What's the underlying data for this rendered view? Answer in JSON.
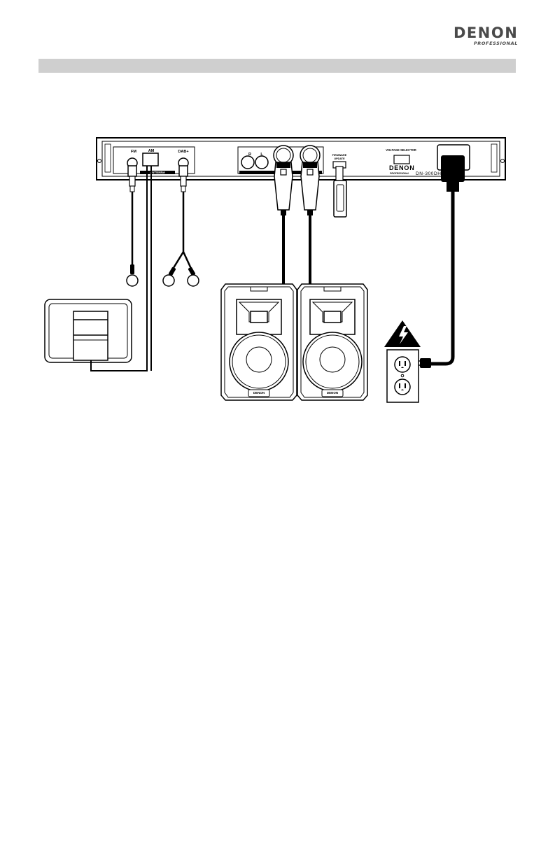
{
  "header": {
    "brand": "DENON",
    "brand_sub": "PROFESSIONAL"
  },
  "rear_panel": {
    "fm_label": "FM",
    "am_label": "AM",
    "antenna_label": "ANTENNA",
    "dab_label": "DAB+",
    "r_label": "R",
    "l_label": "L",
    "firmware_label_1": "FIRMWARE",
    "firmware_label_2": "UPDATE",
    "voltage_label": "VOLTAGE SELECTOR",
    "panel_brand": "DENON",
    "panel_brand_sub": "PROFESSIONAL",
    "model": "DN-300DH"
  },
  "speakers": {
    "brand": "DENON"
  }
}
